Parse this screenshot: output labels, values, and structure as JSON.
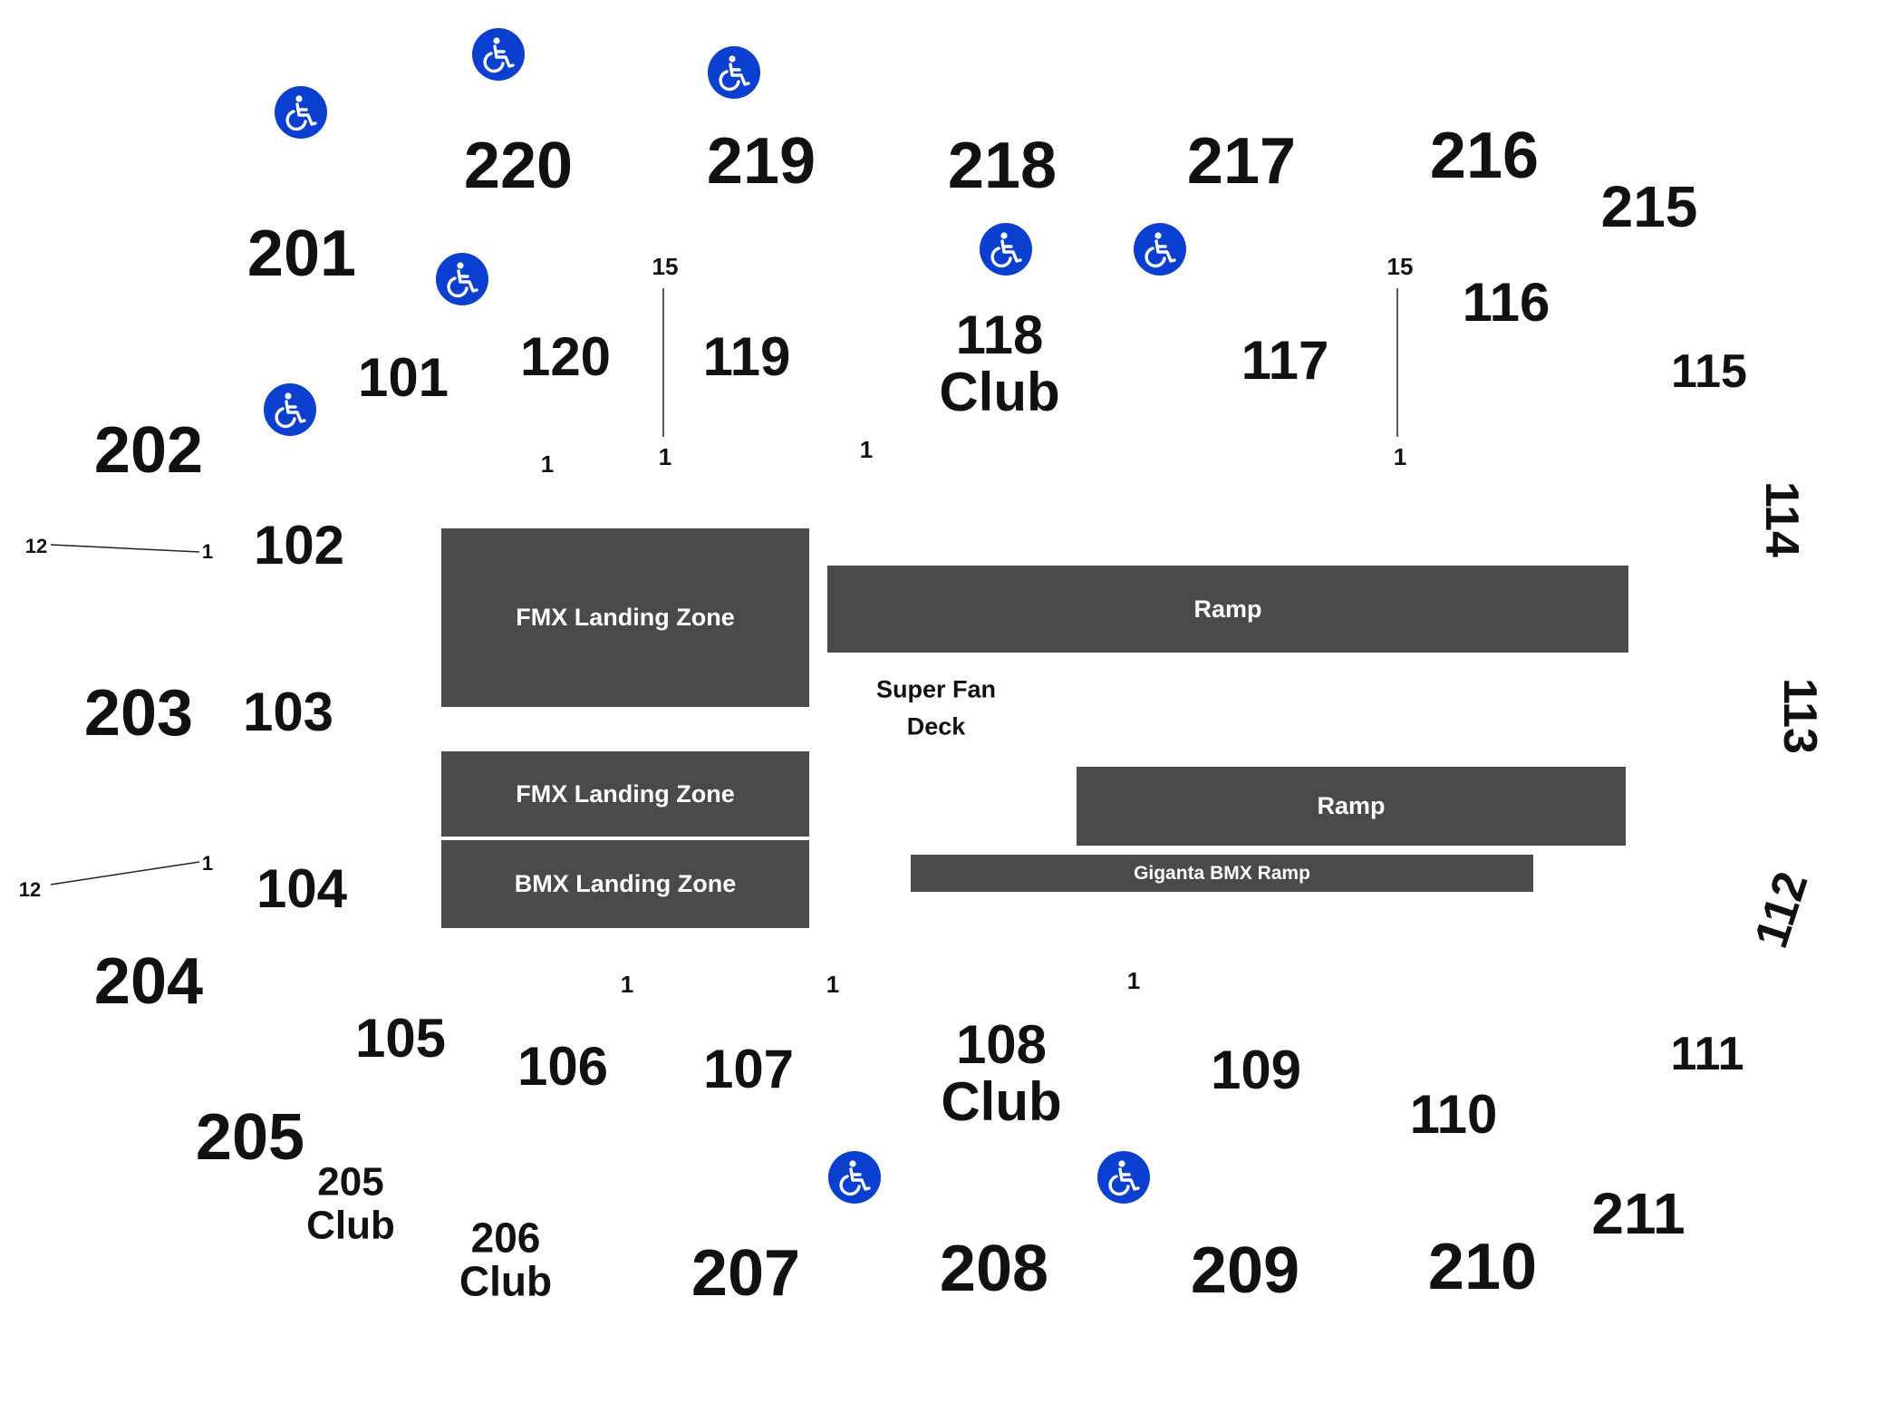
{
  "colors": {
    "zone_fill": "#4a4a4a",
    "zone_text": "#ffffff",
    "accessible_icon_bg": "#0b3fd0",
    "text": "#111111"
  },
  "sections_200": {
    "s201": "201",
    "s202": "202",
    "s203": "203",
    "s204": "204",
    "s205": "205",
    "s207": "207",
    "s208": "208",
    "s209": "209",
    "s210": "210",
    "s211": "211",
    "s215": "215",
    "s216": "216",
    "s217": "217",
    "s218": "218",
    "s219": "219",
    "s220": "220"
  },
  "sections_100": {
    "s101": "101",
    "s102": "102",
    "s103": "103",
    "s104": "104",
    "s105": "105",
    "s106": "106",
    "s107": "107",
    "s109": "109",
    "s110": "110",
    "s111": "111",
    "s112": "112",
    "s113": "113",
    "s114": "114",
    "s115": "115",
    "s116": "116",
    "s117": "117",
    "s119": "119",
    "s120": "120"
  },
  "clubs": {
    "c118_num": "118",
    "c118_label": "Club",
    "c108_num": "108",
    "c108_label": "Club",
    "c205_num": "205",
    "c205_label": "Club",
    "c206_num": "206",
    "c206_label": "Club"
  },
  "zones": {
    "fmx_landing_1": "FMX Landing Zone",
    "fmx_landing_2": "FMX Landing Zone",
    "bmx_landing": "BMX Landing Zone",
    "ramp_top": "Ramp",
    "ramp_bottom": "Ramp",
    "giganta_ramp": "Giganta BMX Ramp"
  },
  "super_fan_deck": {
    "line1": "Super Fan",
    "line2": "Deck"
  },
  "row_markers": {
    "r120_1": "1",
    "r119_15": "15",
    "r119_1": "1",
    "r118_1": "1",
    "r117_15": "15",
    "r117_1": "1",
    "r102_12": "12",
    "r102_1": "1",
    "r104_12": "12",
    "r104_1": "1",
    "r106_1": "1",
    "r107_1": "1",
    "r108_1": "1"
  },
  "accessible_icon": "wheelchair-icon"
}
